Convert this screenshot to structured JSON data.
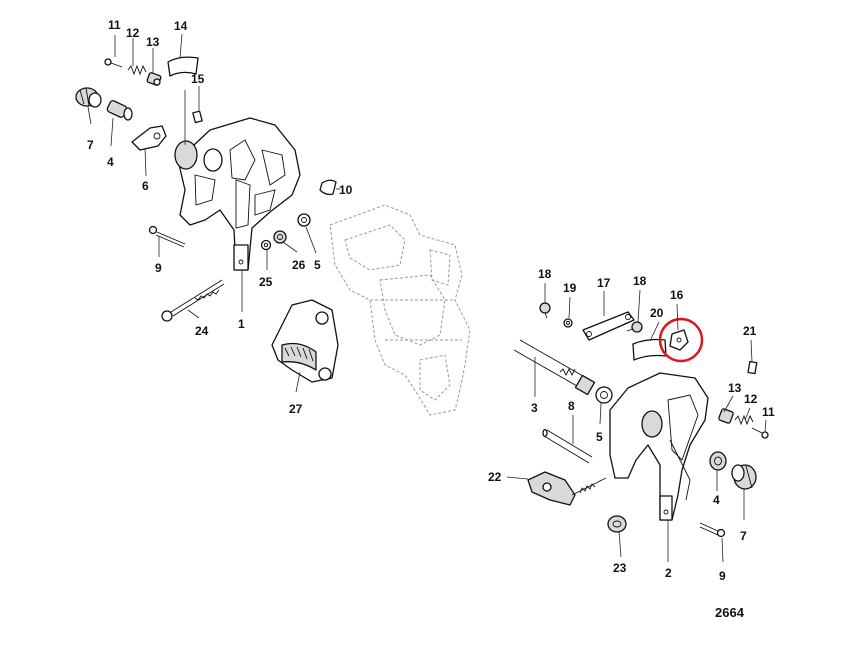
{
  "figure_number": "2664",
  "highlight_color": "#e0141e",
  "callouts": {
    "c1": "1",
    "c2": "2",
    "c3": "3",
    "c4a": "4",
    "c4b": "4",
    "c5a": "5",
    "c5b": "5",
    "c6": "6",
    "c7a": "7",
    "c7b": "7",
    "c8": "8",
    "c9a": "9",
    "c9b": "9",
    "c10": "10",
    "c11a": "11",
    "c11b": "11",
    "c12a": "12",
    "c12b": "12",
    "c13a": "13",
    "c13b": "13",
    "c14": "14",
    "c15": "15",
    "c16": "16",
    "c17": "17",
    "c18a": "18",
    "c18b": "18",
    "c19": "19",
    "c20": "20",
    "c21": "21",
    "c22": "22",
    "c23": "23",
    "c24": "24",
    "c25": "25",
    "c26": "26",
    "c27": "27"
  }
}
